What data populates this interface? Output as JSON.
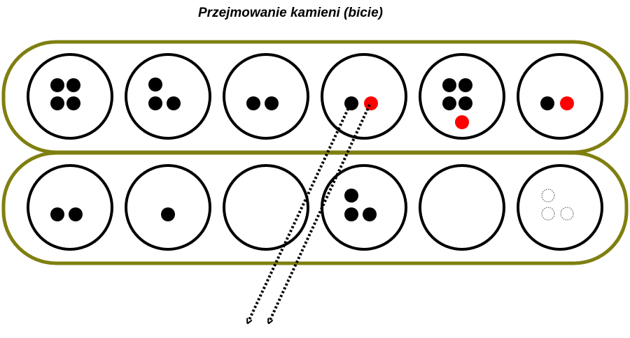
{
  "title": "Przejmowanie kamieni (bicie)",
  "colors": {
    "board_border": "#7f7f10",
    "stone": "#000000",
    "captured_stone": "#ff0000",
    "pit_border": "#000000"
  },
  "top_row": [
    {
      "black": 4,
      "red": 0
    },
    {
      "black": 3,
      "red": 0
    },
    {
      "black": 2,
      "red": 0
    },
    {
      "black": 1,
      "red": 1
    },
    {
      "black": 4,
      "red": 1
    },
    {
      "black": 1,
      "red": 1
    }
  ],
  "bottom_row": [
    {
      "black": 2,
      "ghost": 0
    },
    {
      "black": 1,
      "ghost": 0
    },
    {
      "black": 0,
      "ghost": 0
    },
    {
      "black": 3,
      "ghost": 0
    },
    {
      "black": 0,
      "ghost": 0
    },
    {
      "black": 0,
      "ghost": 3
    }
  ],
  "arrows": [
    {
      "from": "top pit 4 black stone",
      "to": "off board"
    },
    {
      "from": "top pit 4 red stone",
      "to": "off board"
    }
  ]
}
